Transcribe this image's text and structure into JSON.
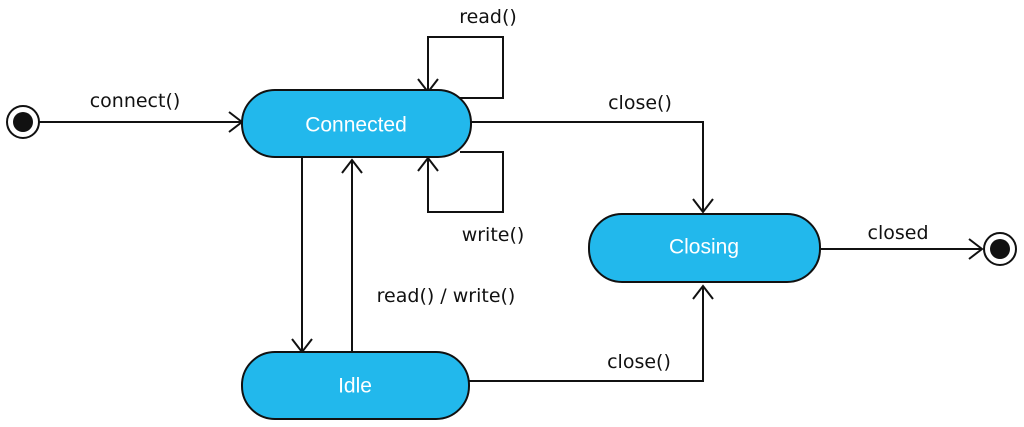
{
  "diagram": {
    "colors": {
      "state_fill": "#22b8ec",
      "stroke": "#111111"
    },
    "states": {
      "connected": "Connected",
      "closing": "Closing",
      "idle": "Idle"
    },
    "transitions": {
      "connect": "connect()",
      "read_self": "read()",
      "write_self": "write()",
      "close_from_connected": "close()",
      "closed": "closed",
      "read_write": "read() / write()",
      "close_from_idle": "close()"
    }
  }
}
